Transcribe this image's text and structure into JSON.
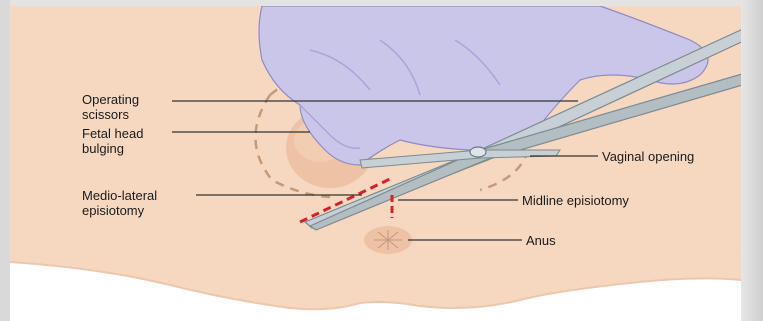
{
  "labels": {
    "operating_scissors": {
      "line1": "Operating",
      "line2": "scissors"
    },
    "fetal_head": {
      "line1": "Fetal head",
      "line2": "bulging"
    },
    "medio_lateral": {
      "line1": "Medio-lateral",
      "line2": "episiotomy"
    },
    "vaginal_opening": "Vaginal opening",
    "midline_episiotomy": "Midline episiotomy",
    "anus": "Anus"
  },
  "colors": {
    "skin": "#f6d8c1",
    "skin_shadow": "#e9bfa2",
    "glove": "#c9c6ea",
    "glove_shadow": "#a9a5d6",
    "instrument": "#b9c4c8",
    "incision": "#d2232a",
    "guide": "#c49a7c",
    "leader": "#333333"
  },
  "icons": [
    "gloved-hand-icon",
    "scissors-icon"
  ]
}
